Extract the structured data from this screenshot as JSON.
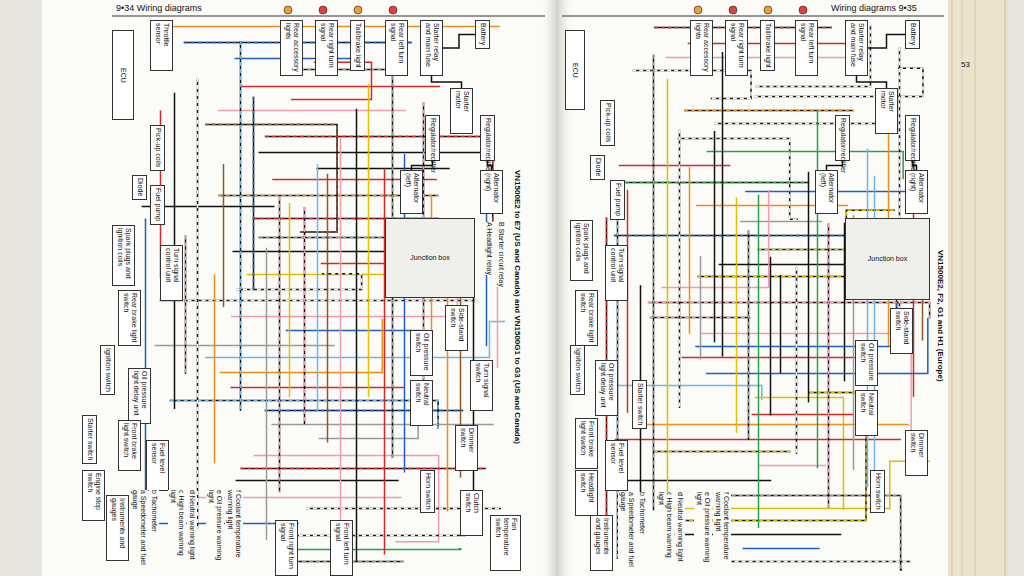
{
  "diagram": {
    "nodes": [
      {
        "text": [
          "Throttle sensor"
        ]
      },
      {
        "text": [
          "ECU"
        ]
      },
      {
        "text": [
          "Pick-up coils"
        ]
      },
      {
        "text": [
          "Diode"
        ]
      },
      {
        "text": [
          "Fuel pump"
        ]
      },
      {
        "text": [
          "Spark plugs and ignition coils"
        ]
      },
      {
        "text": [
          "Turn signal control unit"
        ]
      },
      {
        "text": [
          "Rear brake light switch"
        ]
      },
      {
        "text": [
          "Ignition switch"
        ]
      },
      {
        "text": [
          "Oil pressure light delay unit"
        ]
      },
      {
        "text": [
          "Front brake light switch"
        ]
      },
      {
        "text": [
          "Starter switch"
        ]
      },
      {
        "text": [
          "Engine stop switch"
        ]
      },
      {
        "text": [
          "Fuel level sensor"
        ]
      },
      {
        "text": [
          "Instruments and gauges"
        ]
      },
      {
        "text": [
          "Rear accessory lights"
        ]
      },
      {
        "text": [
          "Rear right turn signal"
        ]
      },
      {
        "text": [
          "Tail/brake light"
        ]
      },
      {
        "text": [
          "Rear left turn signal"
        ]
      },
      {
        "text": [
          "Starter relay and main fuse"
        ]
      },
      {
        "text": [
          "Starter motor"
        ]
      },
      {
        "text": [
          "Battery"
        ]
      },
      {
        "text": [
          "Regulator/rectifier"
        ]
      },
      {
        "text": [
          "Regulator/rectifier"
        ]
      },
      {
        "text": [
          "Alternator (left)"
        ]
      },
      {
        "text": [
          "Alternator (right)"
        ]
      },
      {
        "text": [
          "Junction box"
        ]
      },
      {
        "text": [
          "Side-stand switch"
        ]
      },
      {
        "text": [
          "Oil pressure switch"
        ]
      },
      {
        "text": [
          "Neutral switch"
        ]
      },
      {
        "text": [
          "Turn signal switch"
        ]
      },
      {
        "text": [
          "Dimmer switch"
        ]
      },
      {
        "text": [
          "Horn switch"
        ]
      },
      {
        "text": [
          "Clutch switch"
        ]
      },
      {
        "text": [
          "Fan temperature switch"
        ]
      },
      {
        "text": [
          "Front right turn signal"
        ]
      },
      {
        "text": [
          "Front left turn signal"
        ]
      },
      {
        "text": [
          "Rear accessory lights"
        ]
      },
      {
        "text": [
          "Rear right turn signal"
        ]
      },
      {
        "text": [
          "Tail/brake light"
        ]
      },
      {
        "text": [
          "Rear left turn signal"
        ]
      },
      {
        "text": [
          "Starter relay and main fuse"
        ]
      },
      {
        "text": [
          "Starter motor"
        ]
      },
      {
        "text": [
          "Battery"
        ]
      },
      {
        "text": [
          "Regulator/rectifier"
        ]
      },
      {
        "text": [
          "Regulator/rectifier"
        ]
      },
      {
        "text": [
          "Alternator (left)"
        ]
      },
      {
        "text": [
          "Alternator (right)"
        ]
      },
      {
        "text": [
          "Junction box"
        ]
      },
      {
        "text": [
          "Side-stand switch"
        ]
      },
      {
        "text": [
          "ECU"
        ]
      },
      {
        "text": [
          "Diode"
        ]
      },
      {
        "text": [
          "Spark plugs and ignition coils"
        ]
      },
      {
        "text": [
          "Turn signal control unit"
        ]
      },
      {
        "text": [
          "Rear brake light switch"
        ]
      },
      {
        "text": [
          "Ignition switch"
        ]
      },
      {
        "text": [
          "Oil pressure light delay unit"
        ]
      },
      {
        "text": [
          "Front brake light switch"
        ]
      },
      {
        "text": [
          "Headlight switch"
        ]
      },
      {
        "text": [
          "Fuel level sensor"
        ]
      },
      {
        "text": [
          "Instruments and gauges"
        ]
      },
      {
        "text": [
          "Oil pressure switch"
        ]
      },
      {
        "text": [
          "Neutral switch"
        ]
      },
      {
        "text": [
          "Horn switch"
        ]
      },
      {
        "text": [
          "Dimmer switch"
        ]
      },
      {
        "text": [
          "Starter switch"
        ]
      },
      {
        "text": [
          "Fuel pump"
        ]
      },
      {
        "text": [
          "Pick-up coils"
        ]
      }
    ],
    "edges": [
      {
        "from": 21,
        "to": 19,
        "arrow": "none"
      },
      {
        "from": 19,
        "to": 20,
        "arrow": "none"
      },
      {
        "from": 22,
        "to": 24,
        "arrow": "none"
      },
      {
        "from": 23,
        "to": 25,
        "arrow": "none"
      },
      {
        "from": 43,
        "to": 41,
        "arrow": "none"
      },
      {
        "from": 41,
        "to": 42,
        "arrow": "none"
      },
      {
        "from": 44,
        "to": 46,
        "arrow": "none"
      },
      {
        "from": 45,
        "to": 47,
        "arrow": "none"
      }
    ],
    "labels": [
      "9•34 Wiring diagrams",
      "Wiring diagrams 9•35",
      "VN1500E2 to E7 (US and Canada) and VN1500G1 to G3 (US and Canada)",
      "A Headlight relay",
      "B Starter circuit relay",
      "VN1500E2, F2, G1 and H1 (Europe)",
      "53",
      "a Speedometer and fuel gauge",
      "b Tachometer",
      "c High beam warning light",
      "d Neutral warning light",
      "e Oil pressure warning light",
      "f Coolant temperature warning light",
      "a Speedometer and fuel gauge",
      "b Tachometer",
      "c High beam warning light",
      "d Neutral warning light",
      "e Oil pressure warning light",
      "f Coolant temperature warning light"
    ]
  }
}
